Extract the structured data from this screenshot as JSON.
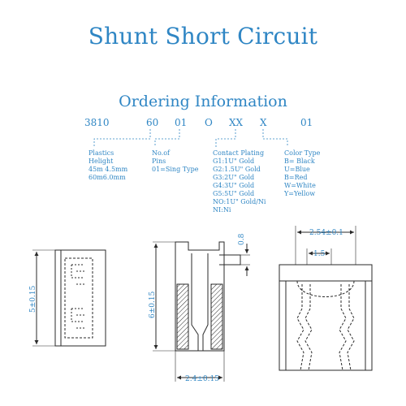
{
  "title": "Shunt Short Circuit",
  "ordering": {
    "heading": "Ordering Information",
    "codes": [
      "3810",
      "60",
      "01",
      "O",
      "XX",
      "X",
      "01"
    ],
    "notes": {
      "plastics": [
        "Plastics",
        "Helight",
        "45m 4.5mm",
        "60m6.0mm"
      ],
      "pins": [
        "No.of",
        "Pins",
        "01=Sing Type"
      ],
      "plating": [
        "Contact Plating",
        "G1:1U\" Gold",
        "G2:1.5U\" Gold",
        "G3:2U\" Gold",
        "G4:3U\" Gold",
        "G5:5U\" Gold",
        "NO:1U\" Gold/Ni",
        "NI:Ni"
      ],
      "color": [
        "Color Type",
        "B= Black",
        "U=Blue",
        "B=Red",
        "W=White",
        "Y=Yellow"
      ]
    }
  },
  "dimensions": {
    "height_left": "5±0.15",
    "height_mid": "6±0.15",
    "top_thickness": "0.8",
    "width_mid": "2.4±0.15",
    "pitch": "2.54±0.1",
    "gap": "1.5"
  },
  "colors": {
    "accent": "#2f86c4",
    "line": "#2a2a2a"
  }
}
